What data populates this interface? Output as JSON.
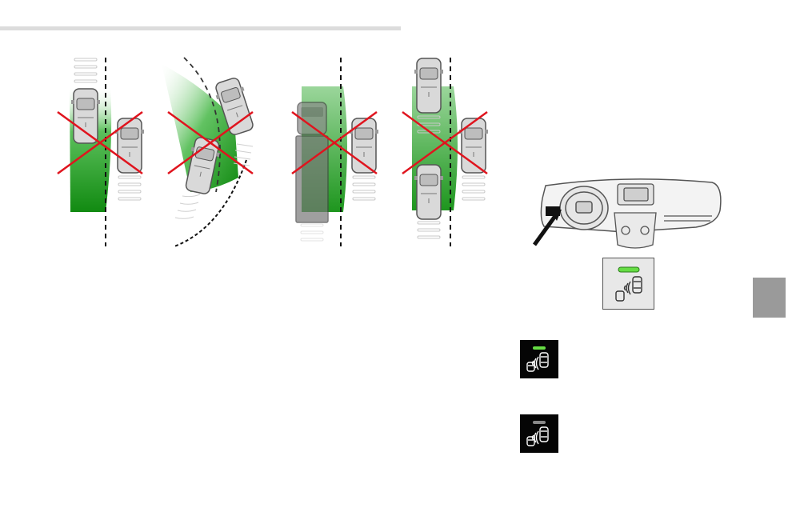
{
  "page": {
    "background": "#ffffff"
  },
  "colors": {
    "zone_green": "#2e9e2e",
    "cross_red": "#e0141e",
    "car_gray": "#d9d9d9",
    "outline": "#555555",
    "tab_gray": "#9a9a9a",
    "led_on": "#66dd44",
    "led_off": "#888888",
    "icon_bg": "#050505"
  },
  "figures": {
    "scenarios": [
      {
        "id": "overtaking-car",
        "crossed": true
      },
      {
        "id": "curve",
        "crossed": true
      },
      {
        "id": "truck",
        "crossed": true
      },
      {
        "id": "two-lanes",
        "crossed": true
      }
    ],
    "dashboard": {
      "icon": "blind-spot-button-icon",
      "arrow": "pointer-arrow-icon"
    },
    "indicators": [
      {
        "state": "on",
        "icon": "blind-spot-indicator-on-icon",
        "lamp_color": "#66dd44"
      },
      {
        "state": "off",
        "icon": "blind-spot-indicator-off-icon",
        "lamp_color": "#888888"
      }
    ]
  },
  "side_tab": {
    "icon": "chapter-tab"
  }
}
